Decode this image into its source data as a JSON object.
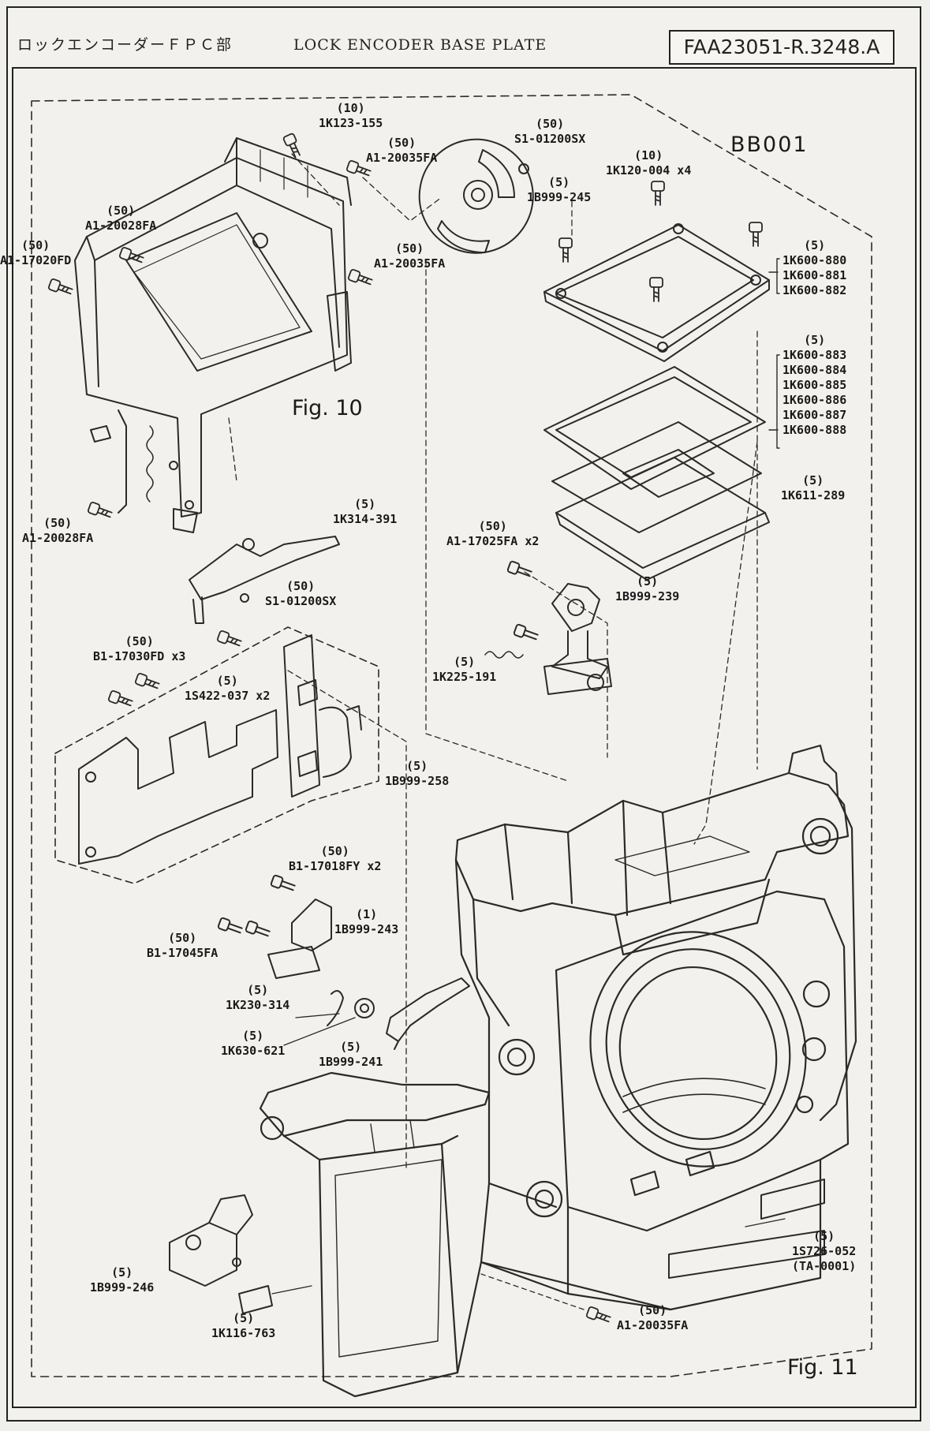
{
  "header": {
    "title_jp": "ロックエンコーダーＦＰＣ部",
    "title_en": "LOCK ENCODER BASE PLATE",
    "doc_code": "FAA23051-R.3248.A"
  },
  "group_code": "BB001",
  "figures": {
    "fig10": "Fig. 10",
    "fig11": "Fig. 11"
  },
  "parts": [
    {
      "qty": "(10)",
      "code": "1K123-155"
    },
    {
      "qty": "(50)",
      "code": "A1-20035FA"
    },
    {
      "qty": "(50)",
      "code": "S1-01200SX"
    },
    {
      "qty": "(5)",
      "code": "1B999-245"
    },
    {
      "qty": "(10)",
      "code": "1K120-004 x4"
    },
    {
      "qty": "(50)",
      "code": "A1-20028FA"
    },
    {
      "qty": "(50)",
      "code": "A1-17020FD"
    },
    {
      "qty": "(50)",
      "code": "A1-20035FA"
    },
    {
      "qty": "(5)",
      "code": "1K600-880"
    },
    {
      "qty": "",
      "code": "1K600-881"
    },
    {
      "qty": "",
      "code": "1K600-882"
    },
    {
      "qty": "(5)",
      "code": "1K600-883"
    },
    {
      "qty": "",
      "code": "1K600-884"
    },
    {
      "qty": "",
      "code": "1K600-885"
    },
    {
      "qty": "",
      "code": "1K600-886"
    },
    {
      "qty": "",
      "code": "1K600-887"
    },
    {
      "qty": "",
      "code": "1K600-888"
    },
    {
      "qty": "(5)",
      "code": "1K611-289"
    },
    {
      "qty": "(50)",
      "code": "A1-20028FA"
    },
    {
      "qty": "(5)",
      "code": "1K314-391"
    },
    {
      "qty": "(50)",
      "code": "S1-01200SX"
    },
    {
      "qty": "(50)",
      "code": "A1-17025FA x2"
    },
    {
      "qty": "(5)",
      "code": "1B999-239"
    },
    {
      "qty": "(5)",
      "code": "1K225-191"
    },
    {
      "qty": "(50)",
      "code": "B1-17030FD x3"
    },
    {
      "qty": "(5)",
      "code": "1S422-037 x2"
    },
    {
      "qty": "(5)",
      "code": "1B999-258"
    },
    {
      "qty": "(50)",
      "code": "B1-17018FY x2"
    },
    {
      "qty": "(1)",
      "code": "1B999-243"
    },
    {
      "qty": "(50)",
      "code": "B1-17045FA"
    },
    {
      "qty": "(5)",
      "code": "1K230-314"
    },
    {
      "qty": "(5)",
      "code": "1K630-621"
    },
    {
      "qty": "(5)",
      "code": "1B999-241"
    },
    {
      "qty": "(5)",
      "code": "1S726-052"
    },
    {
      "qty": "",
      "code": "(TA-0001)"
    },
    {
      "qty": "(5)",
      "code": "1B999-246"
    },
    {
      "qty": "(5)",
      "code": "1K116-763"
    },
    {
      "qty": "(50)",
      "code": "A1-20035FA"
    }
  ]
}
